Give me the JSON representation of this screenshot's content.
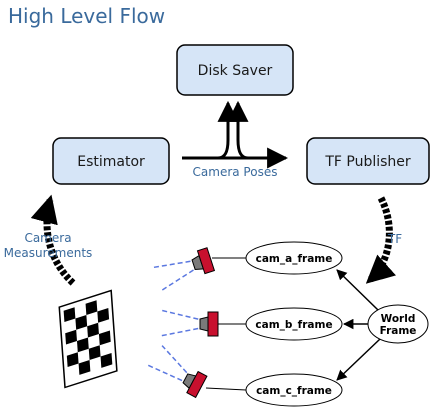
{
  "title": "High Level Flow",
  "nodes": {
    "disk_saver": "Disk Saver",
    "estimator": "Estimator",
    "tf_publisher": "TF Publisher"
  },
  "edge_labels": {
    "camera_poses": "Camera Poses",
    "camera_measurements_line1": "Camera",
    "camera_measurements_line2": "Measurements",
    "tf": "TF"
  },
  "frames": {
    "cam_a": "cam_a_frame",
    "cam_b": "cam_b_frame",
    "cam_c": "cam_c_frame",
    "world_line1": "World",
    "world_line2": "Frame"
  },
  "colors": {
    "title": "#3a6a9c",
    "box_fill": "#d6e5f7",
    "edge_label": "#3a6a9c",
    "camera_body": "#c8102e",
    "camera_lens": "#7a7a7a",
    "fov_dash": "#5b78e0"
  }
}
